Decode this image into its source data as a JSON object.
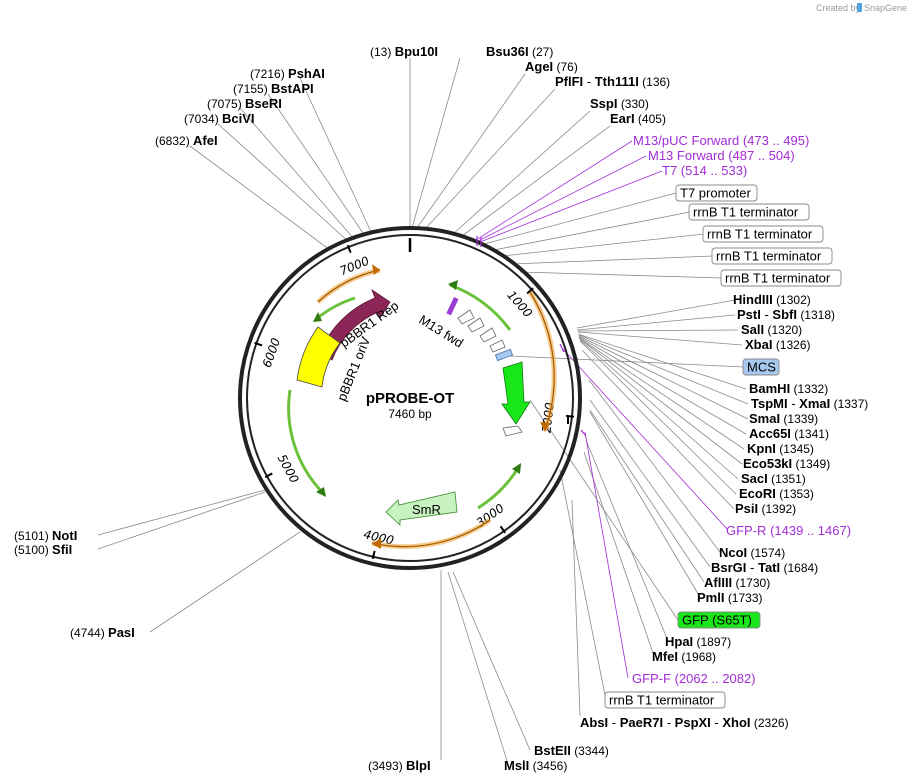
{
  "credit": {
    "text": "Created by",
    "brand": "SnapGene"
  },
  "plasmid": {
    "name": "pPROBE-OT",
    "size": "7460 bp"
  },
  "ticks": [
    {
      "label": "1000",
      "bp": 1000
    },
    {
      "label": "2000",
      "bp": 2000
    },
    {
      "label": "3000",
      "bp": 3000
    },
    {
      "label": "4000",
      "bp": 4000
    },
    {
      "label": "5000",
      "bp": 5000
    },
    {
      "label": "6000",
      "bp": 6000
    },
    {
      "label": "7000",
      "bp": 7000
    }
  ],
  "features": [
    {
      "name": "pBBR1 Rep",
      "color": "#8b2656"
    },
    {
      "name": "pBBR1 oriV",
      "color": "#ffff00"
    },
    {
      "name": "M13 fwd",
      "color": "#9d3bd2"
    },
    {
      "name": "MCS",
      "color": "#a7c9f0"
    },
    {
      "name": "GFP (S65T)",
      "color": "#19e619"
    },
    {
      "name": "SmR",
      "color": "#c8f2c0"
    }
  ],
  "sites": [
    {
      "enzymes": [
        "Bpu10I"
      ],
      "pos": "(13)",
      "side": "L"
    },
    {
      "enzymes": [
        "PshAI"
      ],
      "pos": "(7216)",
      "side": "L"
    },
    {
      "enzymes": [
        "BstAPI"
      ],
      "pos": "(7155)",
      "side": "L"
    },
    {
      "enzymes": [
        "BseRI"
      ],
      "pos": "(7075)",
      "side": "L"
    },
    {
      "enzymes": [
        "BciVI"
      ],
      "pos": "(7034)",
      "side": "L"
    },
    {
      "enzymes": [
        "AfeI"
      ],
      "pos": "(6832)",
      "side": "L"
    },
    {
      "enzymes": [
        "NotI"
      ],
      "pos": "(5101)",
      "side": "L"
    },
    {
      "enzymes": [
        "SfiI"
      ],
      "pos": "(5100)",
      "side": "L"
    },
    {
      "enzymes": [
        "PasI"
      ],
      "pos": "(4744)",
      "side": "L"
    },
    {
      "enzymes": [
        "BlpI"
      ],
      "pos": "(3493)",
      "side": "L"
    },
    {
      "enzymes": [
        "Bsu36I"
      ],
      "pos": "(27)",
      "side": "R"
    },
    {
      "enzymes": [
        "AgeI"
      ],
      "pos": "(76)",
      "side": "R"
    },
    {
      "enzymes": [
        "PflFI",
        "Tth111I"
      ],
      "pos": "(136)",
      "side": "R"
    },
    {
      "enzymes": [
        "SspI"
      ],
      "pos": "(330)",
      "side": "R"
    },
    {
      "enzymes": [
        "EarI"
      ],
      "pos": "(405)",
      "side": "R"
    },
    {
      "enzymes": [
        "HindIII"
      ],
      "pos": "(1302)",
      "side": "R"
    },
    {
      "enzymes": [
        "PstI",
        "SbfI"
      ],
      "pos": "(1318)",
      "side": "R"
    },
    {
      "enzymes": [
        "SalI"
      ],
      "pos": "(1320)",
      "side": "R"
    },
    {
      "enzymes": [
        "XbaI"
      ],
      "pos": "(1326)",
      "side": "R"
    },
    {
      "enzymes": [
        "BamHI"
      ],
      "pos": "(1332)",
      "side": "R"
    },
    {
      "enzymes": [
        "TspMI",
        "XmaI"
      ],
      "pos": "(1337)",
      "side": "R"
    },
    {
      "enzymes": [
        "SmaI"
      ],
      "pos": "(1339)",
      "side": "R"
    },
    {
      "enzymes": [
        "Acc65I"
      ],
      "pos": "(1341)",
      "side": "R"
    },
    {
      "enzymes": [
        "KpnI"
      ],
      "pos": "(1345)",
      "side": "R"
    },
    {
      "enzymes": [
        "Eco53kI"
      ],
      "pos": "(1349)",
      "side": "R"
    },
    {
      "enzymes": [
        "SacI"
      ],
      "pos": "(1351)",
      "side": "R"
    },
    {
      "enzymes": [
        "EcoRI"
      ],
      "pos": "(1353)",
      "side": "R"
    },
    {
      "enzymes": [
        "PsiI"
      ],
      "pos": "(1392)",
      "side": "R"
    },
    {
      "enzymes": [
        "NcoI"
      ],
      "pos": "(1574)",
      "side": "R"
    },
    {
      "enzymes": [
        "BsrGI",
        "TatI"
      ],
      "pos": "(1684)",
      "side": "R"
    },
    {
      "enzymes": [
        "AflIII"
      ],
      "pos": "(1730)",
      "side": "R"
    },
    {
      "enzymes": [
        "PmlI"
      ],
      "pos": "(1733)",
      "side": "R"
    },
    {
      "enzymes": [
        "HpaI"
      ],
      "pos": "(1897)",
      "side": "R"
    },
    {
      "enzymes": [
        "MfeI"
      ],
      "pos": "(1968)",
      "side": "R"
    },
    {
      "enzymes": [
        "AbsI",
        "PaeR7I",
        "PspXI",
        "XhoI"
      ],
      "pos": "(2326)",
      "side": "R"
    },
    {
      "enzymes": [
        "BstEII"
      ],
      "pos": "(3344)",
      "side": "R"
    },
    {
      "enzymes": [
        "MslI"
      ],
      "pos": "(3456)",
      "side": "R"
    }
  ],
  "primers": [
    {
      "name": "M13/pUC Forward",
      "range": "(473 .. 495)"
    },
    {
      "name": "M13 Forward",
      "range": "(487 .. 504)"
    },
    {
      "name": "T7",
      "range": "(514 .. 533)"
    },
    {
      "name": "GFP-R",
      "range": "(1439 .. 1467)"
    },
    {
      "name": "GFP-F",
      "range": "(2062 .. 2082)"
    }
  ],
  "boxed": [
    {
      "name": "T7 promoter"
    },
    {
      "name": "rrnB T1 terminator"
    },
    {
      "name": "rrnB T1 terminator"
    },
    {
      "name": "rrnB T1 terminator"
    },
    {
      "name": "rrnB T1 terminator"
    },
    {
      "name": "MCS",
      "color": "#a7c9f0"
    },
    {
      "name": "GFP (S65T)",
      "color": "#19e619"
    },
    {
      "name": "rrnB T1 terminator"
    }
  ]
}
